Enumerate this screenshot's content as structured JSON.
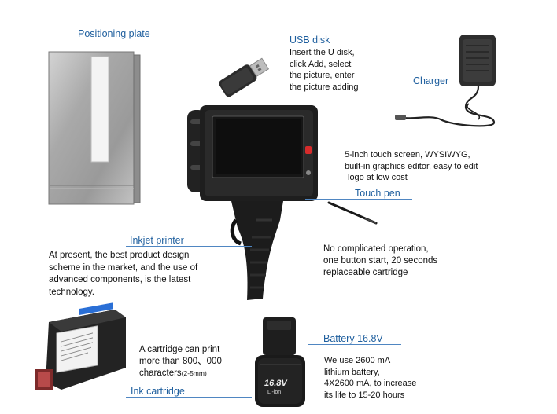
{
  "positioning_plate": {
    "title": "Positioning plate"
  },
  "usb_disk": {
    "title": "USB disk",
    "lines": [
      "Insert the U disk,",
      "click Add, select",
      "the picture, enter",
      "the picture adding"
    ]
  },
  "charger": {
    "title": "Charger"
  },
  "screen": {
    "lines": [
      "5-inch touch screen, WYSIWYG,",
      "built-in graphics editor, easy to edit",
      "logo at low cost"
    ]
  },
  "touch_pen": {
    "title": "Touch pen"
  },
  "operation": {
    "lines": [
      "No complicated operation,",
      "one button start, 20 seconds",
      "replaceable cartridge"
    ]
  },
  "inkjet_printer": {
    "title": "Inkjet printer",
    "lines": [
      "At present, the best product design",
      "scheme in the market, and the use of",
      "advanced components, is the latest",
      "technology."
    ]
  },
  "ink_cartridge": {
    "title": "Ink cartridge",
    "line1": "A cartridge can print",
    "line2": "more than 800、000",
    "line3_main": "characters",
    "line3_note": "(2-5mm)"
  },
  "battery": {
    "title": "Battery 16.8V",
    "lines": [
      "We use 2600 mA",
      "lithium battery,",
      "4X2600 mA, to increase",
      "its life to 15-20 hours"
    ],
    "label_voltage": "16.8V",
    "label_type": "Li-ion"
  },
  "colors": {
    "accent": "#1f5f9e",
    "rule": "#4f86c2"
  }
}
